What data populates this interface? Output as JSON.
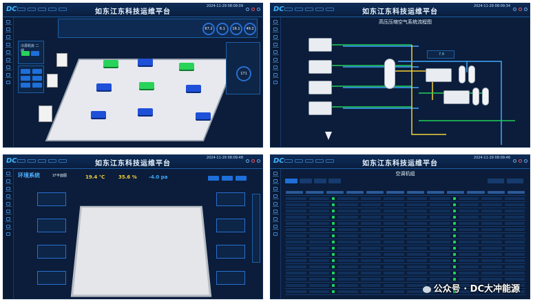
{
  "header": {
    "logo": "DC",
    "title": "如东江东科技运维平台",
    "dt1": "2024-11-29 08:09:09",
    "dt2": "2024-11-29 08:09:34",
    "dt3": "2024-11-29 08:09:48",
    "dt4": "2024-11-29 08:09:46"
  },
  "panel1": {
    "section": "冷源机房 二期",
    "gauges": [
      "67.2",
      "6.1",
      "16.1",
      "49.2"
    ],
    "gauge_big": "171"
  },
  "panel2": {
    "title": "高压压缩空气系统流程图",
    "readout": "7.9"
  },
  "panel3": {
    "section": "环境系统",
    "floor": "1F平面图",
    "temp": "19.4 ℃",
    "humidity": "35.6 %",
    "pressure": "-4.0 pa"
  },
  "panel4": {
    "title": "空调机组"
  },
  "watermark": "公众号 · DC大冲能源",
  "colors": {
    "accent": "#1e6fd9",
    "panel": "#0b1d3a",
    "green": "#28d35a"
  }
}
